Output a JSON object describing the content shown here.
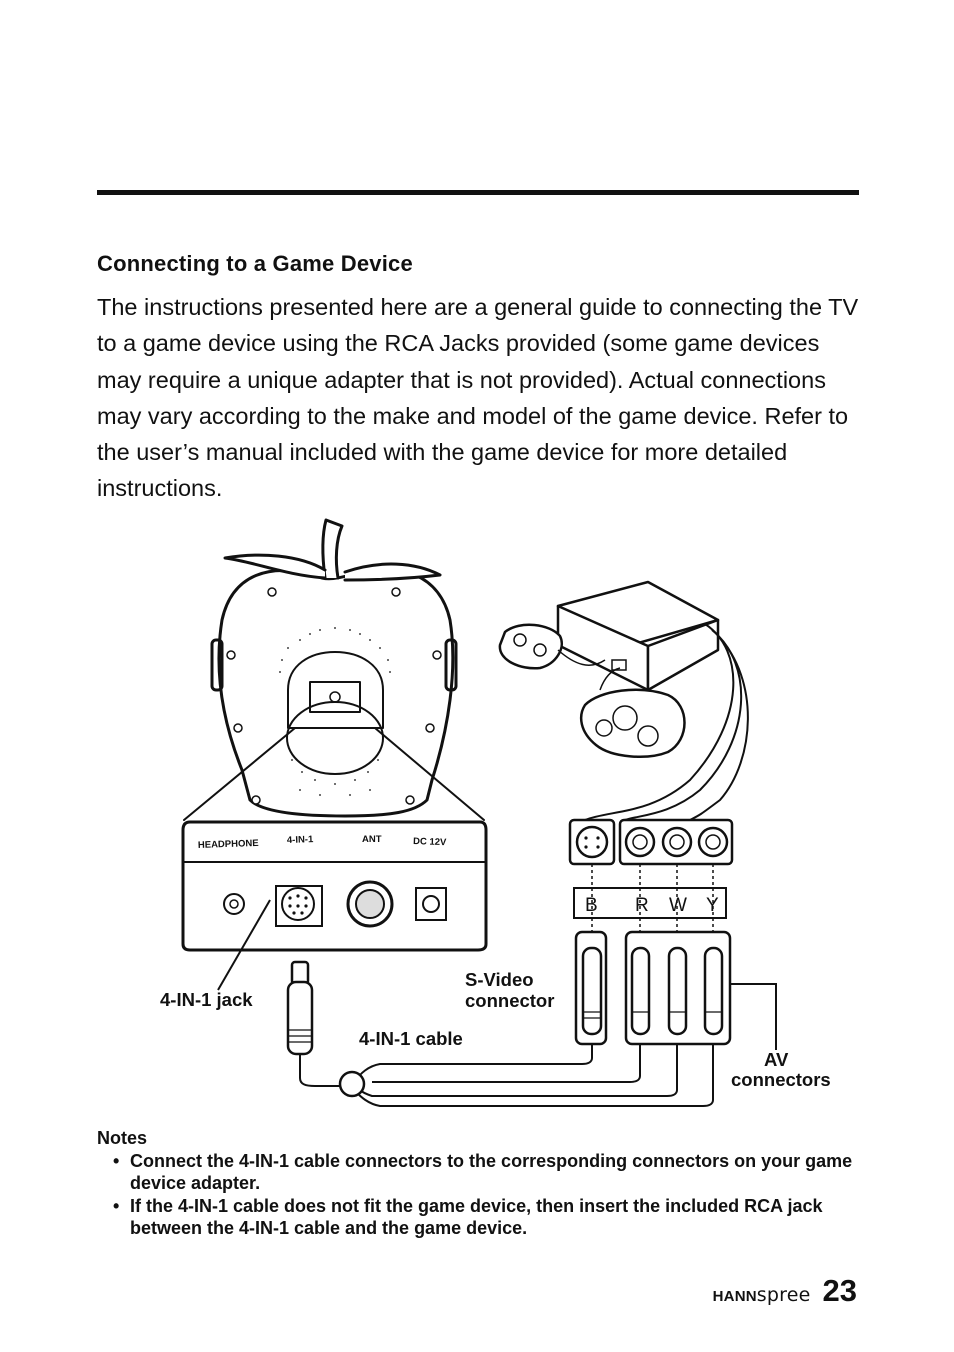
{
  "section": {
    "heading": "Connecting to a Game Device",
    "body": "The instructions presented here are a general guide to connecting the TV to a game device using the RCA Jacks provided (some game devices may require a unique adapter that is not provided). Actual connections may vary according to the make and model of the game device. Refer to the user’s manual included with the game device for more detailed instructions."
  },
  "diagram": {
    "panel_labels": {
      "headphone": "HEADPHONE",
      "four_in_one": "4-IN-1",
      "ant": "ANT",
      "dc": "DC 12V"
    },
    "connector_letters": {
      "b": "B",
      "r": "R",
      "w": "W",
      "y": "Y"
    },
    "callouts": {
      "jack": "4-IN-1 jack",
      "svideo_line1": "S-Video",
      "svideo_line2": "connector",
      "cable": "4-IN-1 cable",
      "av_line1": "AV",
      "av_line2": "connectors"
    }
  },
  "notes": {
    "title": "Notes",
    "items": [
      "Connect the 4-IN-1 cable connectors to the corresponding connectors on your game device adapter.",
      "If the 4-IN-1 cable does not fit the game device, then insert the included RCA jack between the 4-IN-1 cable and the game device."
    ]
  },
  "footer": {
    "brand_bold": "HANN",
    "brand_light": "spree",
    "page_number": "23"
  }
}
